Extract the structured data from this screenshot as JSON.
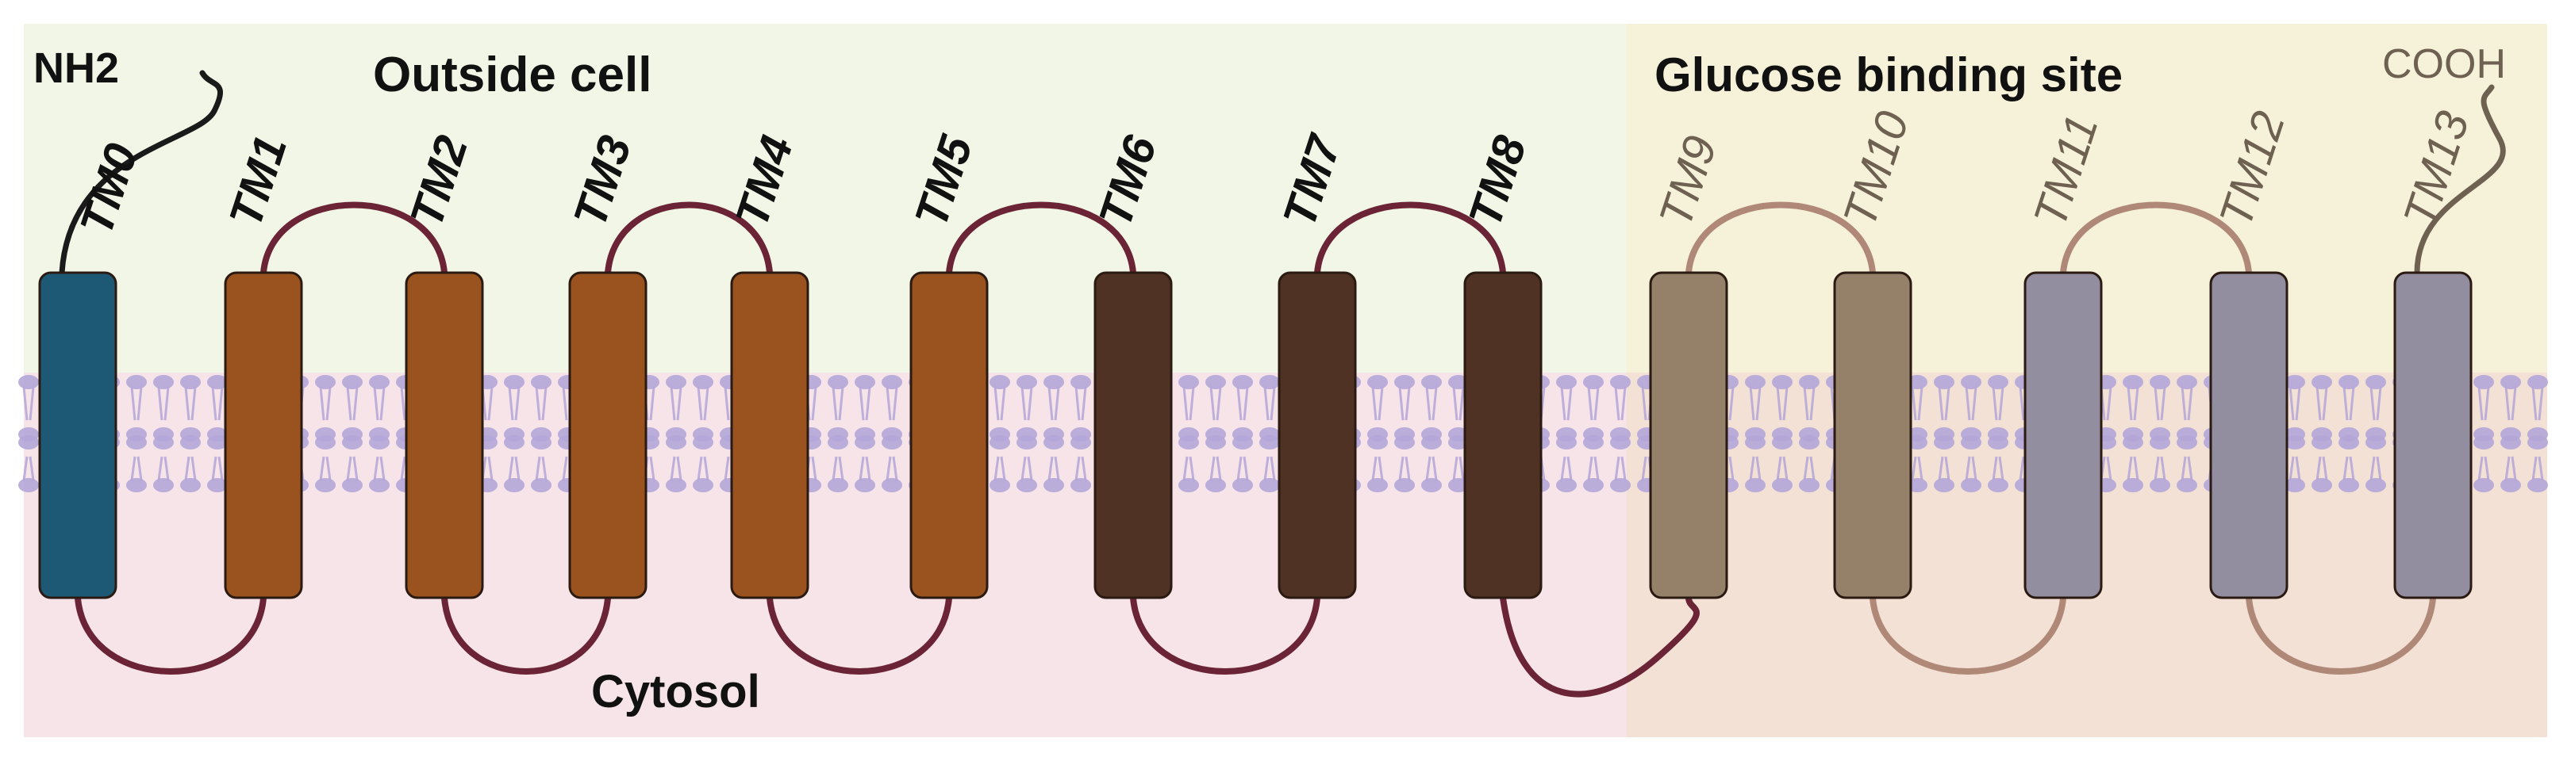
{
  "labels": {
    "nh2": "NH2",
    "cooh": "COOH",
    "outside_cell": "Outside cell",
    "cytosol": "Cytosol",
    "glucose_site": "Glucose binding site"
  },
  "helices": [
    {
      "label": "TM0",
      "color": "#1d5975"
    },
    {
      "label": "TM1",
      "color": "#9a531f"
    },
    {
      "label": "TM2",
      "color": "#9a531f"
    },
    {
      "label": "TM3",
      "color": "#9a531f"
    },
    {
      "label": "TM4",
      "color": "#9a531f"
    },
    {
      "label": "TM5",
      "color": "#9a531f"
    },
    {
      "label": "TM6",
      "color": "#4f3223"
    },
    {
      "label": "TM7",
      "color": "#4f3223"
    },
    {
      "label": "TM8",
      "color": "#4f3223"
    },
    {
      "label": "TM9",
      "color": "#95806a"
    },
    {
      "label": "TM10",
      "color": "#95806a"
    },
    {
      "label": "TM11",
      "color": "#938da0"
    },
    {
      "label": "TM12",
      "color": "#938da0"
    },
    {
      "label": "TM13",
      "color": "#938da0"
    }
  ],
  "colors": {
    "outside_bg": "#f2f6e6",
    "cytosol_bg": "#f6e4e9",
    "site_outside_bg": "#f6f1d9",
    "site_cytosol_bg": "#f3e1d6",
    "loop": "#6a2436",
    "site_loop": "#b08878",
    "terminal": "#1a1a1a",
    "membrane": "#b4a6d8",
    "label_dark": "#111111",
    "label_faded": "#6e6152"
  }
}
